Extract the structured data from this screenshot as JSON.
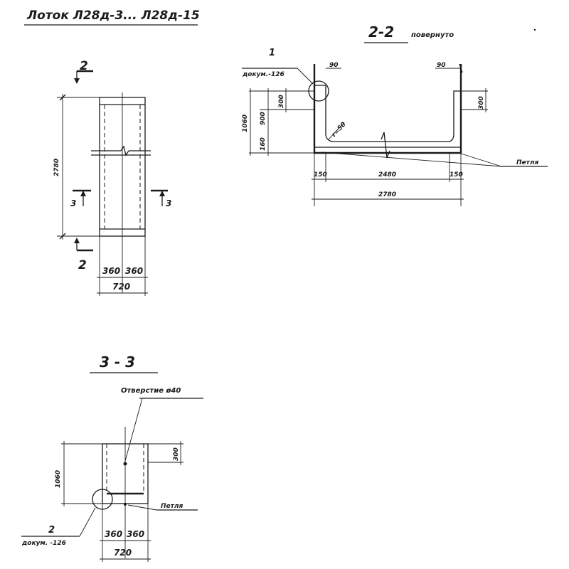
{
  "title": "Лоток Л28д-3... Л28д-15",
  "section_2_2": {
    "title": "2-2",
    "subtitle": "повернуто",
    "callout_number": "1",
    "callout_ref": "докум.-126",
    "dim_top_left": "90",
    "dim_top_right": "90",
    "dim_height_total": "1060",
    "dim_height_wall": "900",
    "dim_height_base": "160",
    "dim_edge_left": "300",
    "dim_edge_right": "300",
    "dim_radius": "r=50",
    "dim_side_left": "150",
    "dim_middle": "2480",
    "dim_side_right": "150",
    "dim_overall": "2780",
    "loop_label": "Петля"
  },
  "plan": {
    "cut_2": "2",
    "cut_3": "3",
    "dim_length": "2780",
    "dim_half_left": "360",
    "dim_half_right": "360",
    "dim_width": "720"
  },
  "section_3_3": {
    "title": "3 - 3",
    "hole_label": "Отверстие ø40",
    "dim_height": "1060",
    "dim_top": "300",
    "loop_label": "Петля",
    "callout_number": "2",
    "callout_ref": "докум. -126",
    "dim_half_left": "360",
    "dim_half_right": "360",
    "dim_width": "720"
  }
}
